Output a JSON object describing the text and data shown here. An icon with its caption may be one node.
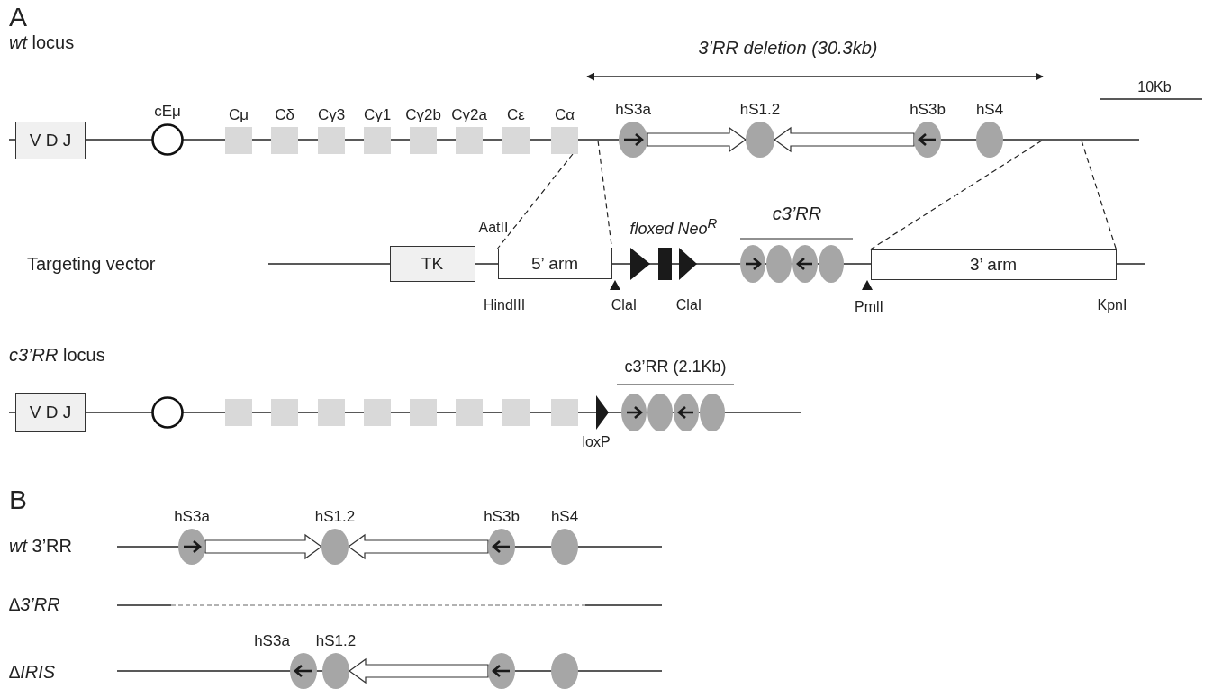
{
  "diagram": {
    "nodes": [
      {
        "text": [
          "V D J"
        ]
      },
      {
        "text": [
          "cEμ"
        ]
      },
      {
        "text": [
          "Cμ"
        ]
      },
      {
        "text": [
          "Cδ"
        ]
      },
      {
        "text": [
          "Cγ3"
        ]
      },
      {
        "text": [
          "Cγ1"
        ]
      },
      {
        "text": [
          "Cγ2b"
        ]
      },
      {
        "text": [
          "Cγ2a"
        ]
      },
      {
        "text": [
          "Cε"
        ]
      },
      {
        "text": [
          "Cα"
        ]
      },
      {
        "text": [
          "hS3a"
        ]
      },
      {
        "text": [
          "hS1.2"
        ]
      },
      {
        "text": [
          "hS3b"
        ]
      },
      {
        "text": [
          "hS4"
        ]
      },
      {
        "text": [
          "TK"
        ]
      },
      {
        "text": [
          "5’ arm"
        ]
      },
      {
        "text": [],
        "shape": "ellipse"
      },
      {
        "text": [],
        "shape": "ellipse"
      },
      {
        "text": [],
        "shape": "ellipse"
      },
      {
        "text": [],
        "shape": "ellipse"
      },
      {
        "text": [
          "3’ arm"
        ]
      },
      {
        "text": [
          "V D J"
        ]
      },
      {
        "text": [],
        "shape": "circle"
      },
      {
        "text": [],
        "shape": "box"
      },
      {
        "text": [],
        "shape": "box"
      },
      {
        "text": [],
        "shape": "box"
      },
      {
        "text": [],
        "shape": "box"
      },
      {
        "text": [],
        "shape": "box"
      },
      {
        "text": [],
        "shape": "box"
      },
      {
        "text": [],
        "shape": "box"
      },
      {
        "text": [],
        "shape": "box"
      },
      {
        "text": [],
        "shape": "ellipse"
      },
      {
        "text": [],
        "shape": "ellipse"
      },
      {
        "text": [],
        "shape": "ellipse"
      },
      {
        "text": [],
        "shape": "ellipse"
      },
      {
        "text": [
          "hS3a"
        ]
      },
      {
        "text": [
          "hS1.2"
        ]
      },
      {
        "text": [
          "hS3b"
        ]
      },
      {
        "text": [
          "hS4"
        ]
      },
      {
        "text": [
          "hS3a"
        ]
      },
      {
        "text": [
          "hS1.2"
        ]
      },
      {
        "text": [],
        "shape": "ellipse"
      },
      {
        "text": [],
        "shape": "ellipse"
      }
    ],
    "edges": [
      {
        "from": 9,
        "to": 15,
        "arrow": "none",
        "style": "dashed"
      },
      {
        "from": null,
        "to": 15,
        "arrow": "none",
        "style": "dashed"
      },
      {
        "from": null,
        "to": 20,
        "arrow": "none",
        "style": "dashed"
      },
      {
        "from": null,
        "to": 20,
        "arrow": "none",
        "style": "dashed"
      },
      {
        "from": 10,
        "to": 11,
        "arrow": "to"
      },
      {
        "from": 12,
        "to": 11,
        "arrow": "to"
      },
      {
        "from": 35,
        "to": 36,
        "arrow": "to"
      },
      {
        "from": 37,
        "to": 36,
        "arrow": "to"
      },
      {
        "from": 41,
        "to": 40,
        "arrow": "to"
      }
    ],
    "labels": [
      "A",
      "*wt* locus",
      "3’RR deletion (30.3kb)",
      "10Kb",
      "AatII",
      "floxed Neo$^{R}$",
      "c3’RR",
      "Targeting vector",
      "HindIII",
      "ClaI",
      "ClaI",
      "PmlI",
      "KpnI",
      "*c3’RR* locus",
      "c3’RR (2.1Kb)",
      "loxP",
      "B",
      "*wt* 3’RR",
      "∆3’RR",
      "∆IRIS"
    ]
  }
}
